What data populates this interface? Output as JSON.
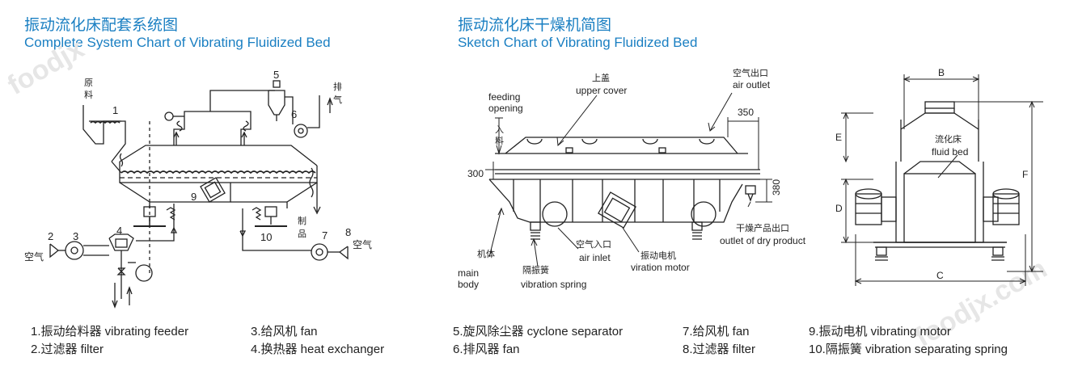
{
  "titles": {
    "left_cn": "振动流化床配套系统图",
    "left_en": "Complete System Chart of Vibrating Fluidized Bed",
    "mid_cn": "振动流化床干燥机简图",
    "mid_en": "Sketch Chart of Vibrating Fluidized Bed"
  },
  "watermark": [
    "foodjx",
    "foodjx.com"
  ],
  "system_chart": {
    "raw_material_1": "原",
    "raw_material_2": "料",
    "exhaust_1": "排",
    "exhaust_2": "气",
    "air_left": "空气",
    "air_right": "空气",
    "product_1": "制",
    "product_2": "品",
    "numbers": [
      "1",
      "2",
      "3",
      "4",
      "5",
      "6",
      "7",
      "8",
      "9",
      "10"
    ]
  },
  "sketch_chart": {
    "feeding_opening_1": "feeding",
    "feeding_opening_2": "opening",
    "feed_cn_1": "入",
    "feed_cn_2": "料",
    "upper_cover_cn": "上盖",
    "upper_cover_en": "upper cover",
    "air_outlet_cn": "空气出口",
    "air_outlet_en": "air outlet",
    "dim_350": "350",
    "dim_300": "300",
    "dim_380": "380",
    "dry_product_cn": "干燥产品出口",
    "dry_product_en": "outlet of dry product",
    "main_body_cn": "机体",
    "main_body_en_1": "main",
    "main_body_en_2": "body",
    "spring_cn": "隔振簧",
    "spring_en": "vibration spring",
    "air_inlet_cn": "空气入口",
    "air_inlet_en": "air inlet",
    "motor_cn": "振动电机",
    "motor_en": "viration motor"
  },
  "side_chart": {
    "dim_b": "B",
    "dim_c": "C",
    "dim_d": "D",
    "dim_e": "E",
    "dim_f": "F",
    "fluid_bed_cn": "流化床",
    "fluid_bed_en": "fluid bed"
  },
  "legend": {
    "item1": "1.振动给料器  vibrating feeder",
    "item2": "2.过滤器  filter",
    "item3": "3.给风机  fan",
    "item4": "4.换热器  heat exchanger",
    "item5": "5.旋风除尘器  cyclone separator",
    "item6": "6.排风器  fan",
    "item7": "7.给风机  fan",
    "item8": "8.过滤器  filter",
    "item9": "9.振动电机  vibrating motor",
    "item10": "10.隔振簧  vibration separating spring"
  },
  "colors": {
    "title": "#1a7fc2",
    "line": "#222222",
    "watermark": "#e6e6e6"
  }
}
